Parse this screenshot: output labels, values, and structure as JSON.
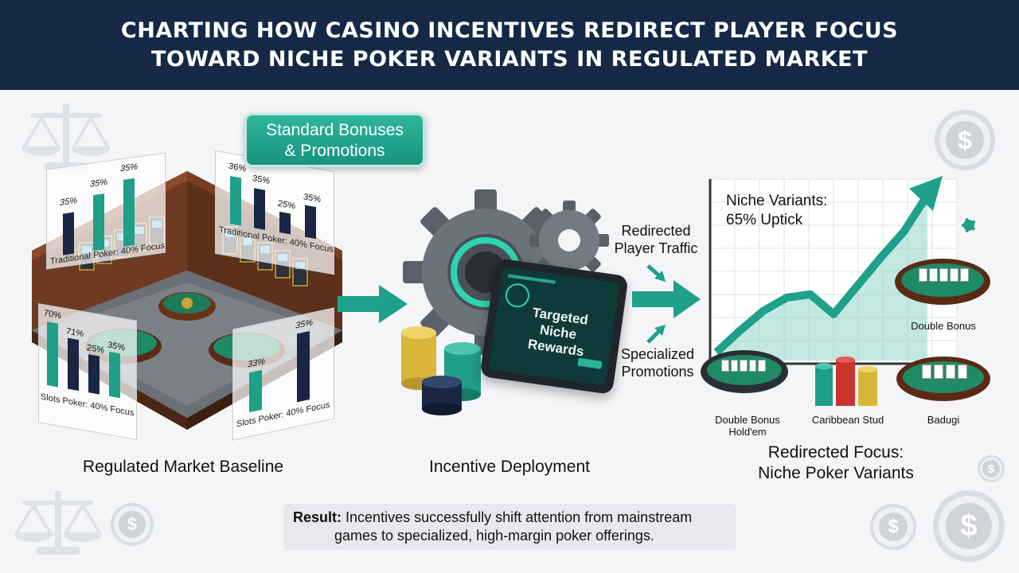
{
  "header": {
    "title_line1": "CHARTING HOW CASINO INCENTIVES REDIRECT PLAYER FOCUS",
    "title_line2": "TOWARD NICHE POKER VARIANTS IN REGULATED MARKET"
  },
  "callout": {
    "line1": "Standard Bonuses",
    "line2": "& Promotions"
  },
  "stage1": {
    "label": "Regulated Market Baseline",
    "panel_left_top": {
      "focus_label": "Traditional Poker: 40% Focus",
      "values": [
        "35%",
        "35%",
        "35%"
      ]
    },
    "panel_right_top": {
      "focus_label": "Traditional Poker: 40% Focus",
      "values": [
        "36%",
        "35%",
        "25%",
        "35%"
      ]
    },
    "panel_left_bottom": {
      "focus_label": "Slots Poker: 40% Focus",
      "values": [
        "70%",
        "71%",
        "25%",
        "35%"
      ]
    },
    "panel_right_bottom": {
      "focus_label": "Slots Poker: 40% Focus",
      "values": [
        "33%",
        "35%"
      ]
    }
  },
  "stage2": {
    "label": "Incentive Deployment",
    "tablet_text_line1": "Targeted",
    "tablet_text_line2": "Niche Rewards",
    "flow_top_line1": "Redirected",
    "flow_top_line2": "Player Traffic",
    "flow_bottom_line1": "Specialized",
    "flow_bottom_line2": "Promotions"
  },
  "stage3": {
    "label_line1": "Redirected Focus:",
    "label_line2": "Niche Poker Variants",
    "chart_title_line1": "Niche Variants:",
    "chart_title_line2": "65% Uptick",
    "tables": [
      {
        "label_line1": "Double Bonus",
        "label_line2": "Hold'em"
      },
      {
        "label_line1": "Caribbean Stud",
        "label_line2": ""
      },
      {
        "label_line1": "Badugi",
        "label_line2": ""
      },
      {
        "label_line1": "Double Bonus",
        "label_line2": ""
      }
    ]
  },
  "result": {
    "lead": "Result:",
    "text_line1": "Incentives successfully shift attention from mainstream",
    "text_line2": "games to specialized, high-margin poker offerings."
  },
  "icons": {
    "dollar_coin_glyph": "$"
  },
  "colors": {
    "header_bg": "#152845",
    "teal": "#1f9e88",
    "navy": "#1a2744",
    "felt": "#1f7a5a"
  },
  "chart_data": {
    "type": "area",
    "title": "Niche Variants: 65% Uptick",
    "xlabel": "",
    "ylabel": "",
    "grid": true,
    "series": [
      {
        "values": [
          5,
          18,
          30,
          38,
          40,
          28,
          45,
          62,
          78,
          100
        ]
      }
    ]
  }
}
